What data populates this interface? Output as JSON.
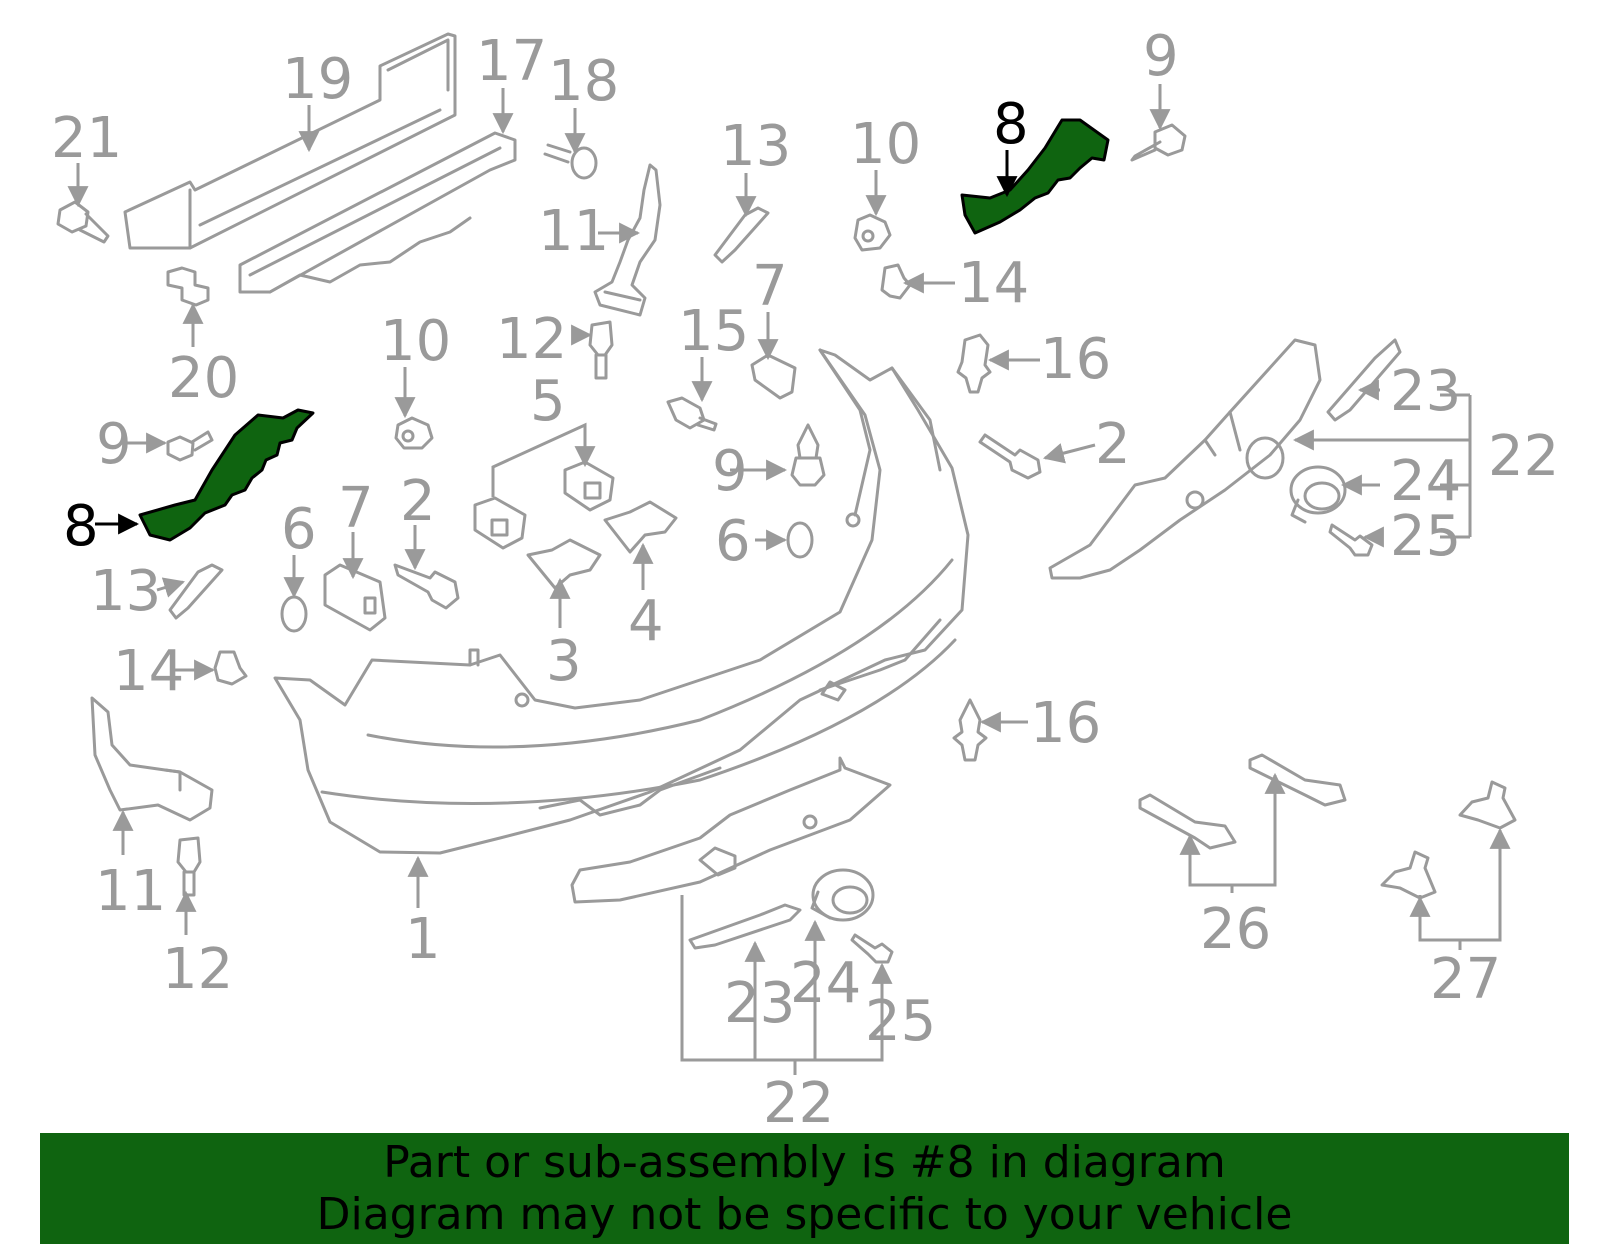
{
  "diagram": {
    "highlight_color": "#0f6410",
    "part_line_color": "#9a9a9a",
    "labels": {
      "c1": "1",
      "c2a": "2",
      "c2b": "2",
      "c3": "3",
      "c4": "4",
      "c5": "5",
      "c6a": "6",
      "c6b": "6",
      "c7a": "7",
      "c7b": "7",
      "c8a": "8",
      "c8b": "8",
      "c9a": "9",
      "c9b": "9",
      "c9c": "9",
      "c10a": "10",
      "c10b": "10",
      "c11a": "11",
      "c11b": "11",
      "c12a": "12",
      "c12b": "12",
      "c13a": "13",
      "c13b": "13",
      "c14a": "14",
      "c14b": "14",
      "c15": "15",
      "c16a": "16",
      "c16b": "16",
      "c17": "17",
      "c18": "18",
      "c19": "19",
      "c20": "20",
      "c21": "21",
      "c22a": "22",
      "c22b": "22",
      "c23a": "23",
      "c23b": "23",
      "c24a": "24",
      "c24b": "24",
      "c25a": "25",
      "c25b": "25",
      "c26": "26",
      "c27": "27"
    }
  },
  "banner": {
    "line1": "Part or sub-assembly is #8 in diagram",
    "line2": "Diagram may not be specific to your vehicle",
    "background": "#0f6410"
  }
}
